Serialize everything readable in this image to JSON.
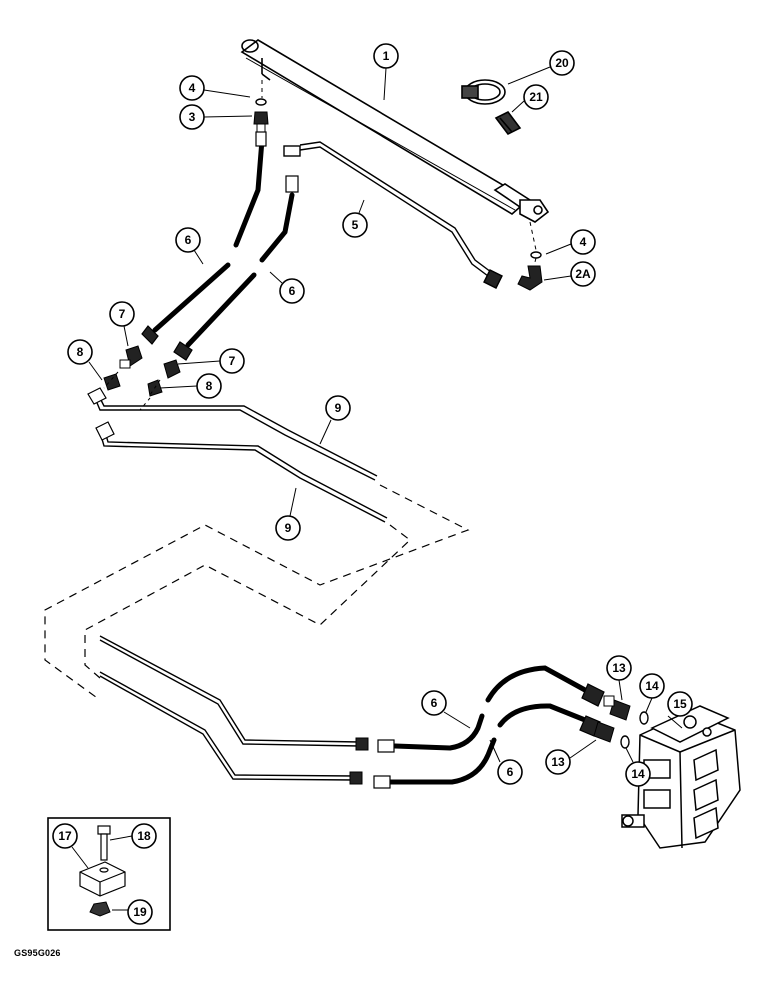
{
  "figure_code": "GS95G026",
  "callouts": [
    {
      "id": "c1",
      "label": "1"
    },
    {
      "id": "c20",
      "label": "20"
    },
    {
      "id": "c21",
      "label": "21"
    },
    {
      "id": "c4a",
      "label": "4"
    },
    {
      "id": "c3",
      "label": "3"
    },
    {
      "id": "c5",
      "label": "5"
    },
    {
      "id": "c4b",
      "label": "4"
    },
    {
      "id": "c2a",
      "label": "2A"
    },
    {
      "id": "c6a",
      "label": "6"
    },
    {
      "id": "c6b",
      "label": "6"
    },
    {
      "id": "c7a",
      "label": "7"
    },
    {
      "id": "c8a",
      "label": "8"
    },
    {
      "id": "c7b",
      "label": "7"
    },
    {
      "id": "c8b",
      "label": "8"
    },
    {
      "id": "c9a",
      "label": "9"
    },
    {
      "id": "c9b",
      "label": "9"
    },
    {
      "id": "c6c",
      "label": "6"
    },
    {
      "id": "c6d",
      "label": "6"
    },
    {
      "id": "c13a",
      "label": "13"
    },
    {
      "id": "c14a",
      "label": "14"
    },
    {
      "id": "c15",
      "label": "15"
    },
    {
      "id": "c13b",
      "label": "13"
    },
    {
      "id": "c14b",
      "label": "14"
    },
    {
      "id": "c17",
      "label": "17"
    },
    {
      "id": "c18",
      "label": "18"
    },
    {
      "id": "c19",
      "label": "19"
    }
  ]
}
